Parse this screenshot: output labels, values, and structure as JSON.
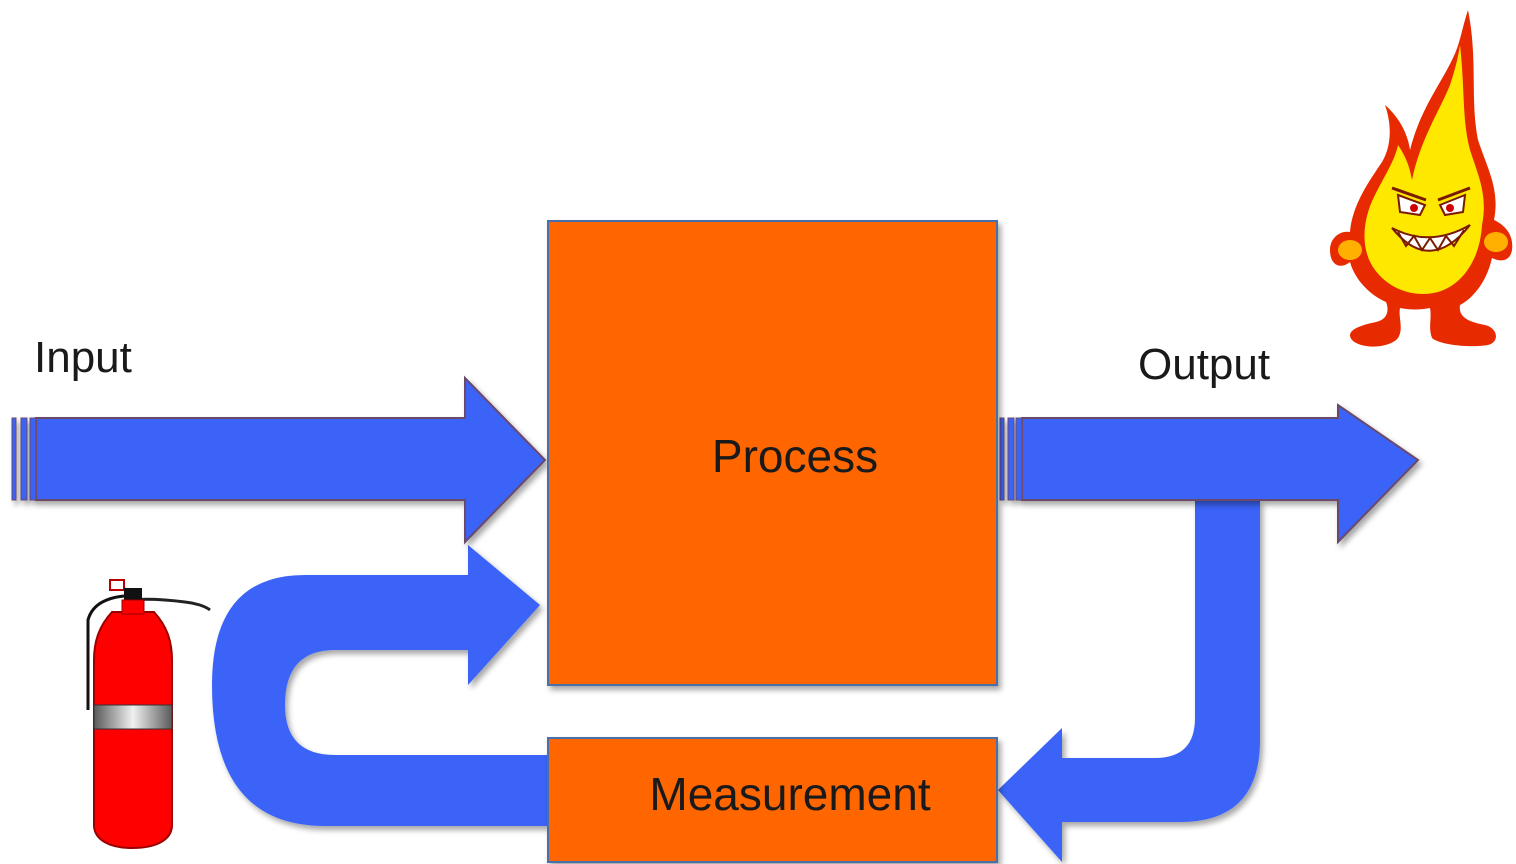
{
  "labels": {
    "input": "Input",
    "output": "Output",
    "process": "Process",
    "measurement": "Measurement"
  },
  "illustrations": {
    "top_right": "flame-character",
    "bottom_left": "fire-extinguisher"
  },
  "colors": {
    "arrow": "#3b63f8",
    "arrow_outline": "#6a4a6a",
    "box": "#ff6600",
    "box_border": "#4a6fa8",
    "text": "#1a1a1a",
    "flame_outer": "#e82a00",
    "flame_inner": "#ffe800",
    "extinguisher": "#ff0000"
  }
}
